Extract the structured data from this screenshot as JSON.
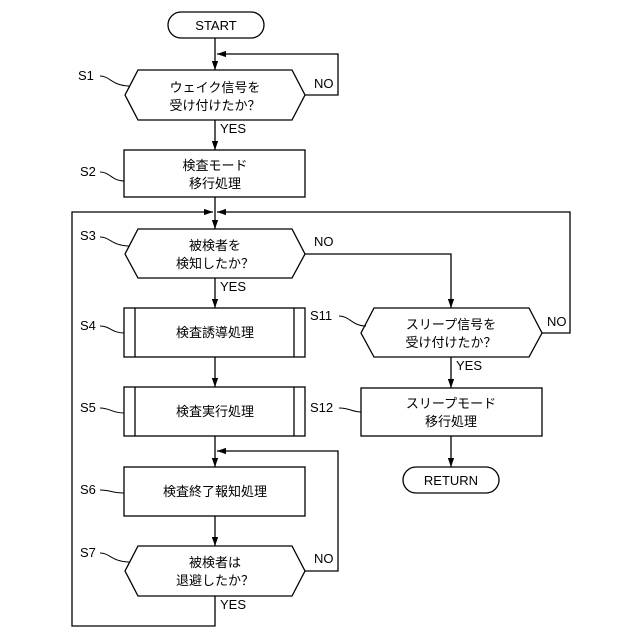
{
  "flowchart": {
    "start": "START",
    "end": "RETURN",
    "yes": "YES",
    "no": "NO",
    "steps": {
      "s1": {
        "id": "S1",
        "line1": "ウェイク信号を",
        "line2": "受け付けたか？"
      },
      "s2": {
        "id": "S2",
        "line1": "検査モード",
        "line2": "移行処理"
      },
      "s3": {
        "id": "S3",
        "line1": "被検者を",
        "line2": "検知したか？"
      },
      "s4": {
        "id": "S4",
        "text": "検査誘導処理"
      },
      "s5": {
        "id": "S5",
        "text": "検査実行処理"
      },
      "s6": {
        "id": "S6",
        "text": "検査終了報知処理"
      },
      "s7": {
        "id": "S7",
        "line1": "被検者は",
        "line2": "退避したか？"
      },
      "s11": {
        "id": "S11",
        "line1": "スリープ信号を",
        "line2": "受け付けたか？"
      },
      "s12": {
        "id": "S12",
        "line1": "スリープモード",
        "line2": "移行処理"
      }
    }
  }
}
